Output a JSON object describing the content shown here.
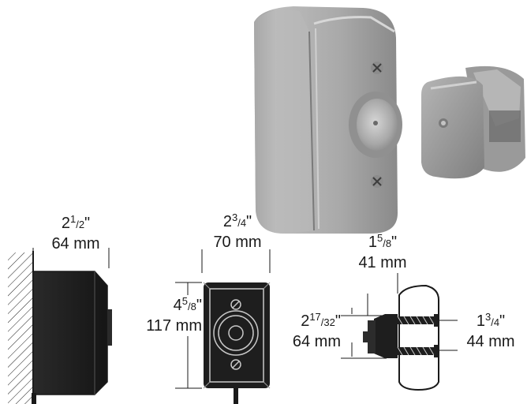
{
  "product_illustration": {
    "description_icon": "magnetic-door-holder-photo"
  },
  "dimensions": {
    "depth": {
      "whole": "2",
      "num": "1",
      "den": "2",
      "metric": "64 mm"
    },
    "width": {
      "whole": "2",
      "num": "3",
      "den": "4",
      "metric": "70 mm"
    },
    "height": {
      "whole": "4",
      "num": "5",
      "den": "8",
      "metric": "117 mm"
    },
    "armature_projection": {
      "whole": "1",
      "num": "5",
      "den": "8",
      "metric": "41 mm"
    },
    "armature_width": {
      "whole": "2",
      "num": "17",
      "den": "32",
      "metric": "64 mm"
    },
    "armature_height": {
      "whole": "1",
      "num": "3",
      "den": "4",
      "metric": "44 mm"
    }
  },
  "colors": {
    "housing_dark": "#1e1e1e",
    "metal_light": "#c8c8c8",
    "metal_mid": "#9e9e9e",
    "line": "#1a1a1a"
  }
}
